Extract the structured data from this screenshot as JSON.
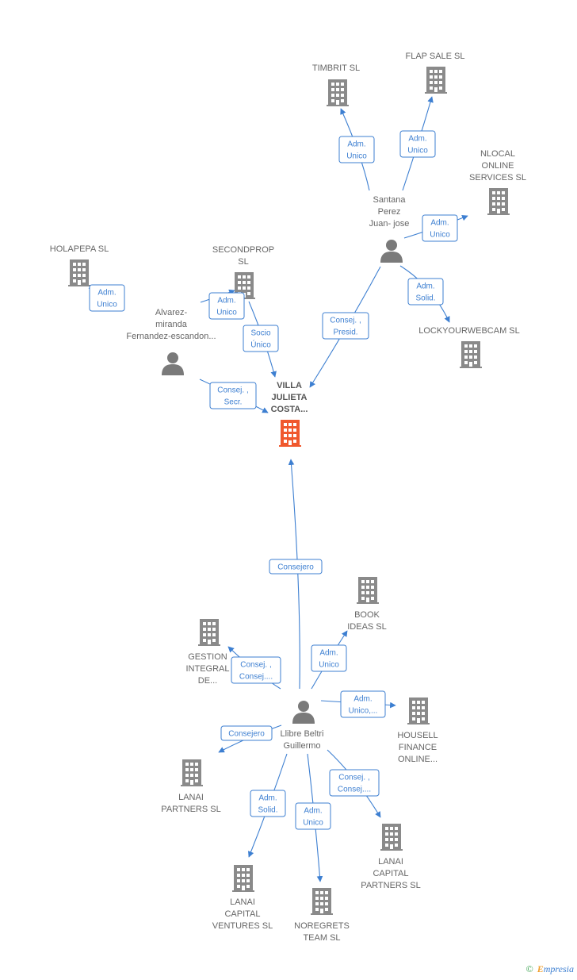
{
  "colors": {
    "building": "#8a8a8a",
    "target_building": "#f0582d",
    "person": "#7a7a7a",
    "edge": "#3d7fd1"
  },
  "nodes": [
    {
      "id": "timbrit",
      "type": "company",
      "lines": [
        "TIMBRIT  SL"
      ]
    },
    {
      "id": "flapsale",
      "type": "company",
      "lines": [
        "FLAP SALE  SL"
      ]
    },
    {
      "id": "nlocal",
      "type": "company",
      "lines": [
        "NLOCAL",
        "ONLINE",
        "SERVICES  SL"
      ]
    },
    {
      "id": "santana",
      "type": "person",
      "lines": [
        "Santana",
        "Perez",
        "Juan- jose"
      ]
    },
    {
      "id": "holapepa",
      "type": "company",
      "lines": [
        "HOLAPEPA  SL"
      ]
    },
    {
      "id": "secondprop",
      "type": "company",
      "lines": [
        "SECONDPROP",
        "SL"
      ]
    },
    {
      "id": "alvarez",
      "type": "person",
      "lines": [
        "Alvarez-",
        "miranda",
        "Fernandez-escandon..."
      ]
    },
    {
      "id": "lockyour",
      "type": "company",
      "lines": [
        "LOCKYOURWEBCAM SL"
      ]
    },
    {
      "id": "villa",
      "type": "target",
      "lines": [
        "VILLA",
        "JULIETA",
        "COSTA..."
      ]
    },
    {
      "id": "bookideas",
      "type": "company",
      "lines": [
        "BOOK",
        "IDEAS SL"
      ]
    },
    {
      "id": "gestion",
      "type": "company",
      "lines": [
        "GESTION",
        "INTEGRAL",
        "DE..."
      ]
    },
    {
      "id": "llibre",
      "type": "person",
      "lines": [
        "Llibre Beltri",
        "Guillermo"
      ]
    },
    {
      "id": "housell",
      "type": "company",
      "lines": [
        "HOUSELL",
        "FINANCE",
        "ONLINE..."
      ]
    },
    {
      "id": "lanaipartners",
      "type": "company",
      "lines": [
        "LANAI",
        "PARTNERS  SL"
      ]
    },
    {
      "id": "lanaicappartners",
      "type": "company",
      "lines": [
        "LANAI",
        "CAPITAL",
        "PARTNERS  SL"
      ]
    },
    {
      "id": "lanaiventures",
      "type": "company",
      "lines": [
        "LANAI",
        "CAPITAL",
        "VENTURES  SL"
      ]
    },
    {
      "id": "noregrets",
      "type": "company",
      "lines": [
        "NOREGRETS",
        "TEAM  SL"
      ]
    }
  ],
  "edges": [
    {
      "from": "santana",
      "to": "timbrit",
      "lines": [
        "Adm.",
        "Unico"
      ]
    },
    {
      "from": "santana",
      "to": "flapsale",
      "lines": [
        "Adm.",
        "Unico"
      ]
    },
    {
      "from": "santana",
      "to": "nlocal",
      "lines": [
        "Adm.",
        "Unico"
      ]
    },
    {
      "from": "santana",
      "to": "lockyour",
      "lines": [
        "Adm.",
        "Solid."
      ]
    },
    {
      "from": "santana",
      "to": "villa",
      "lines": [
        "Consej. ,",
        "Presid."
      ]
    },
    {
      "from": "alvarez",
      "to": "holapepa",
      "lines": [
        "Adm.",
        "Unico"
      ]
    },
    {
      "from": "alvarez",
      "to": "secondprop",
      "lines": [
        "Adm.",
        "Unico"
      ]
    },
    {
      "from": "secondprop",
      "to": "villa",
      "lines": [
        "Socio",
        "Único"
      ]
    },
    {
      "from": "alvarez",
      "to": "villa",
      "lines": [
        "Consej. ,",
        "Secr."
      ]
    },
    {
      "from": "llibre",
      "to": "villa",
      "lines": [
        "Consejero"
      ]
    },
    {
      "from": "llibre",
      "to": "bookideas",
      "lines": [
        "Adm.",
        "Unico"
      ]
    },
    {
      "from": "llibre",
      "to": "gestion",
      "lines": [
        "Consej. ,",
        "Consej...."
      ]
    },
    {
      "from": "llibre",
      "to": "housell",
      "lines": [
        "Adm.",
        "Unico,..."
      ]
    },
    {
      "from": "llibre",
      "to": "lanaipartners",
      "lines": [
        "Consejero"
      ]
    },
    {
      "from": "llibre",
      "to": "lanaicappartners",
      "lines": [
        "Consej. ,",
        "Consej...."
      ]
    },
    {
      "from": "llibre",
      "to": "lanaiventures",
      "lines": [
        "Adm.",
        "Solid."
      ]
    },
    {
      "from": "llibre",
      "to": "noregrets",
      "lines": [
        "Adm.",
        "Unico"
      ]
    }
  ],
  "watermark": {
    "copyright": "©",
    "brand_first": "E",
    "brand_rest": "mpresia"
  }
}
